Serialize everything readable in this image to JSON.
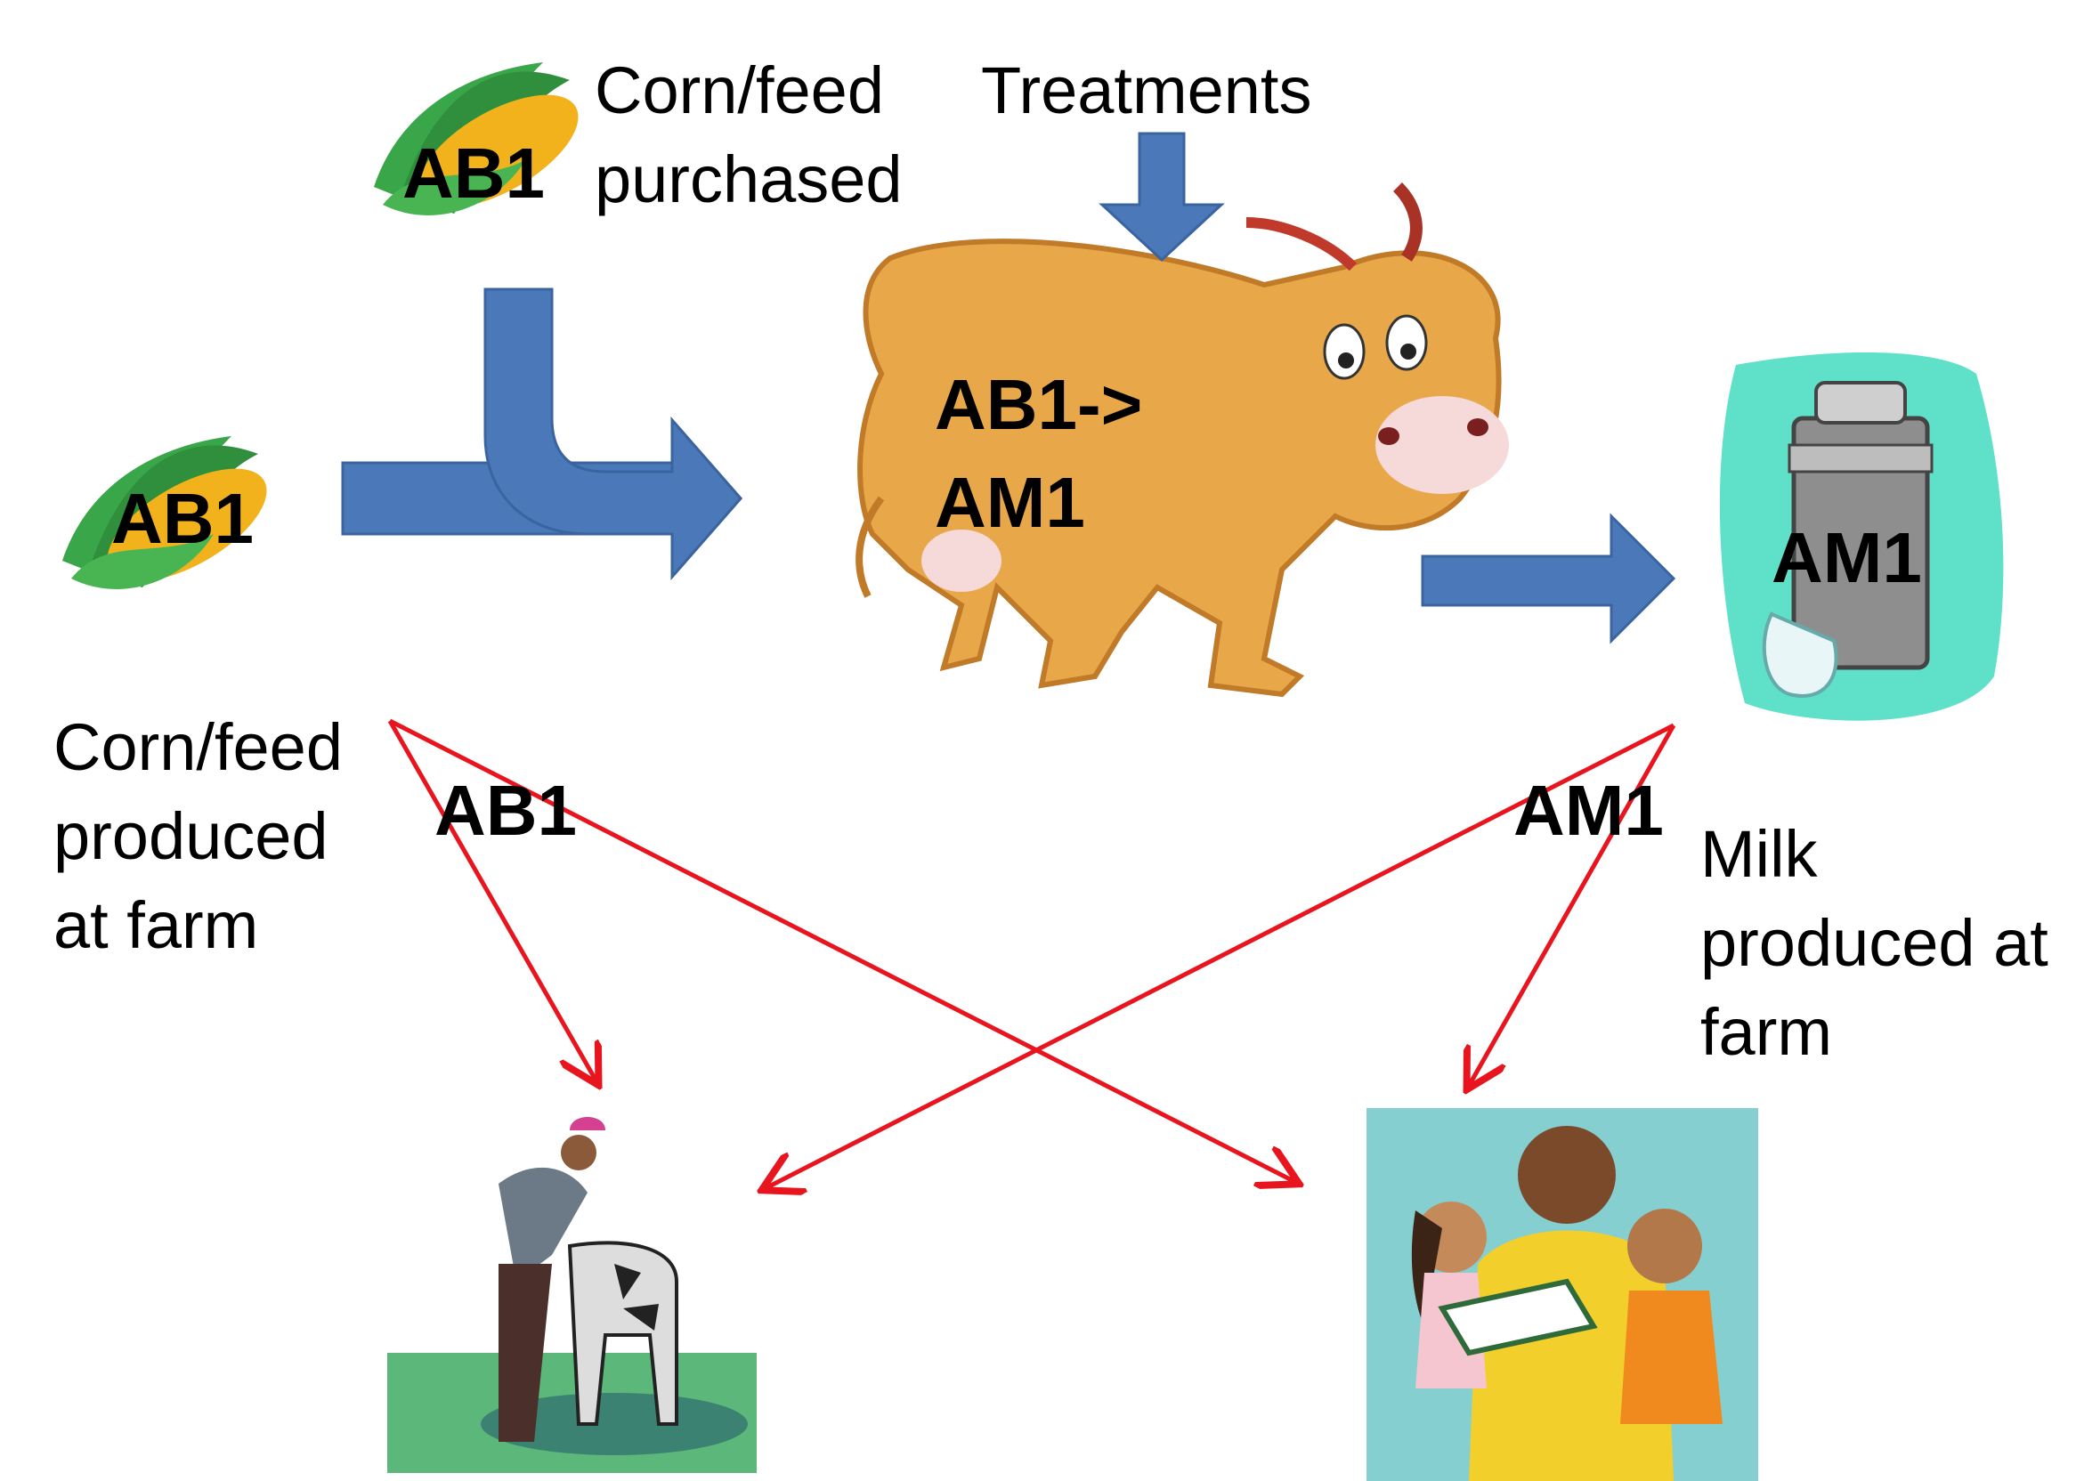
{
  "labels": {
    "corn_purchased": "Corn/feed\npurchased",
    "treatments": "Treatments",
    "corn_farm": "Corn/feed\nproduced\nat farm",
    "milk_farm": "Milk\nproduced at\nfarm"
  },
  "tags": {
    "corn_purchased_tag": "AB1",
    "corn_farm_tag": "AB1",
    "cow_tag": "AB1->\nAM1",
    "milk_can_tag": "AM1",
    "ab1_path_tag": "AB1",
    "am1_path_tag": "AM1"
  },
  "colors": {
    "flow_arrow": "#4a78b8",
    "exposure_arrow": "#e8141e",
    "cow_body": "#e8a84a",
    "milk_bg": "#5fe0c8",
    "pasture": "#5cb87a",
    "family_bg": "#86cfd0"
  },
  "icons": [
    "corn-icon",
    "cow-icon",
    "milk-can-icon",
    "farmer-with-calf-icon",
    "family-reading-icon"
  ]
}
